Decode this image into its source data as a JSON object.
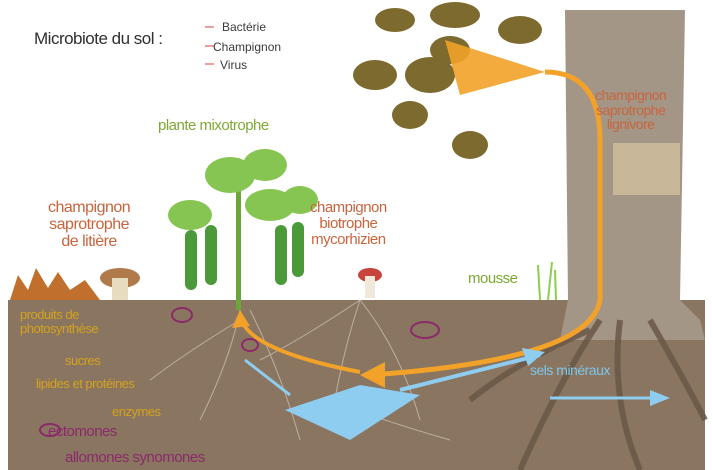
{
  "legend": {
    "title": "Microbiote du sol :",
    "items": [
      "Bactérie",
      "Champignon",
      "Virus"
    ]
  },
  "labels": {
    "plante": "plante mixotrophe",
    "saprotrophe_litiere": "champignon\nsaprotrophe\nde litière",
    "biotrophe": "champignon\nbiotrophe\nmycorhizien",
    "saprotrophe_bois": "champignon\nsaprotrophe\nlignivore",
    "mousse": "mousse",
    "sels": "sels minéraux",
    "yellow_1": "produits de\nphotosynthèse",
    "yellow_2": "sucres",
    "yellow_3": "lipides et protéines",
    "yellow_4": "enzymes",
    "ectomones": "ectomones",
    "allomones": "allomones synomones"
  },
  "colors": {
    "soil": "#8a7560",
    "trunk": "#a39686",
    "orange_arrow": "#f2a229",
    "blue_arrow": "#8fcdf0",
    "leaf": "#86c552",
    "label_orange": "#c9643d",
    "label_green": "#7ea832"
  }
}
